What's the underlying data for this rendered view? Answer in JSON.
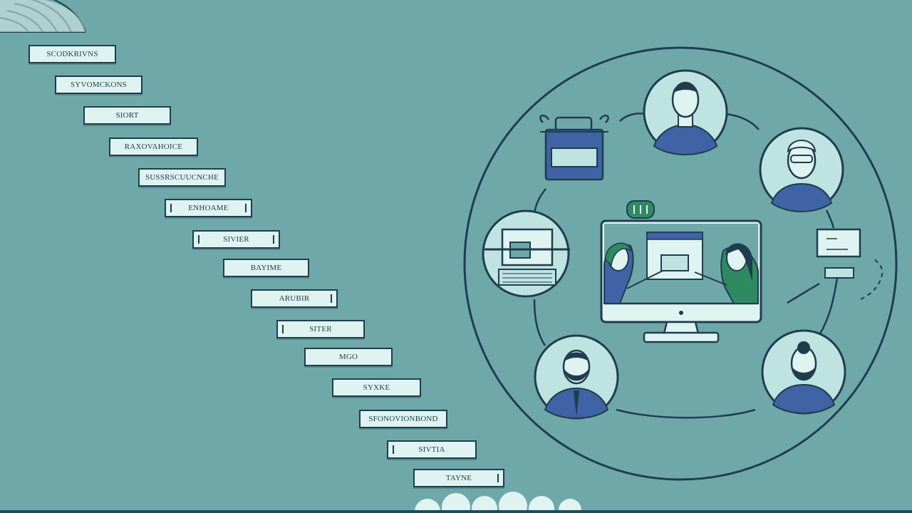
{
  "steps": [
    {
      "label": "SCODKRIVNS"
    },
    {
      "label": "SYVOMCKONS"
    },
    {
      "label": "SIORT"
    },
    {
      "label": "RAXOVAHOICE"
    },
    {
      "label": "SUSSRSCUUCNCHE"
    },
    {
      "label": "ENHOAME"
    },
    {
      "label": "SIVIER"
    },
    {
      "label": "BAYIME"
    },
    {
      "label": "ARUBIR"
    },
    {
      "label": "SITER"
    },
    {
      "label": "MGO"
    },
    {
      "label": "SYXKE"
    },
    {
      "label": "SFONOVIONBOND"
    },
    {
      "label": "SIVTIA"
    },
    {
      "label": "TAYNE"
    }
  ],
  "colors": {
    "background": "#6fa8a8",
    "outline": "#1f3d4e",
    "panel": "#dff3f1",
    "navy": "#3f63a4",
    "green": "#2f8a62"
  },
  "icons": [
    "person-avatar-icon",
    "computer-monitor-icon",
    "laptop-icon",
    "briefcase-icon",
    "desktop-icon"
  ]
}
